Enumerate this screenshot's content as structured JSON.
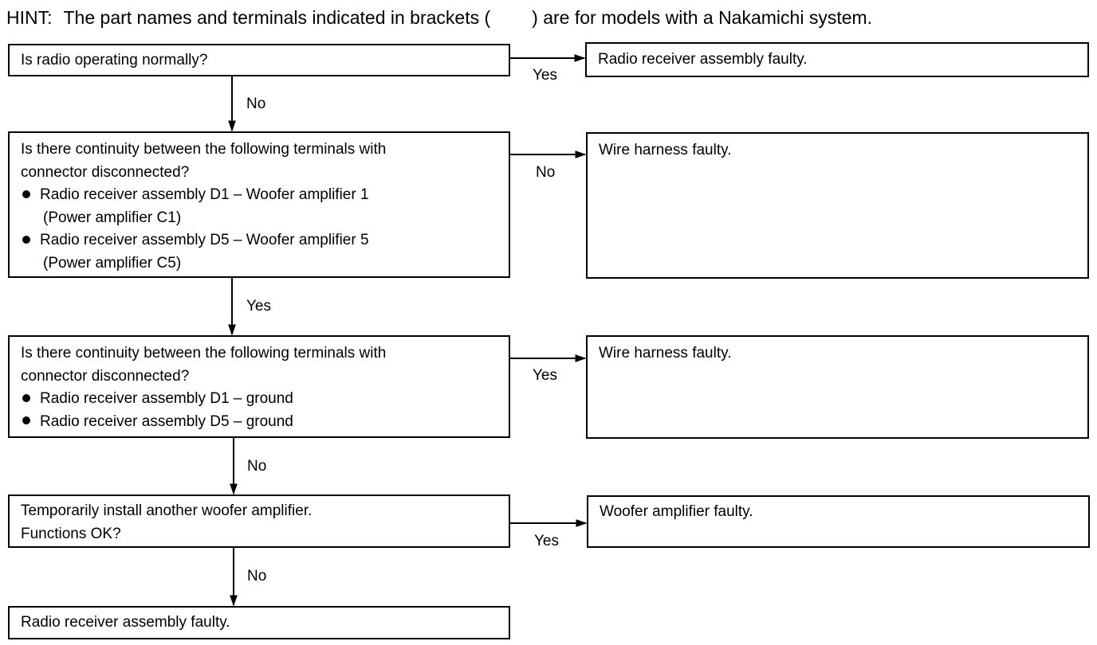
{
  "hint": {
    "label": "HINT:",
    "text_before": "The part names and terminals indicated in brackets (",
    "text_after": ") are for models with a Nakamichi system."
  },
  "steps": [
    {
      "question": [
        "Is radio operating normally?"
      ],
      "bullets": [],
      "yes_label": "Yes",
      "result": "Radio receiver assembly faulty.",
      "down_label": "No"
    },
    {
      "question": [
        "Is there continuity between the following terminals with",
        "connector disconnected?"
      ],
      "bullets": [
        {
          "text": "Radio receiver assembly D1 – Woofer amplifier 1",
          "sub": "(Power amplifier C1)"
        },
        {
          "text": "Radio receiver assembly D5 – Woofer amplifier 5",
          "sub": "(Power amplifier C5)"
        }
      ],
      "side_label": "No",
      "result": "Wire harness faulty.",
      "down_label": "Yes"
    },
    {
      "question": [
        "Is there continuity between the following terminals with",
        "connector disconnected?"
      ],
      "bullets": [
        {
          "text": "Radio receiver assembly D1 – ground",
          "sub": ""
        },
        {
          "text": "Radio receiver assembly D5 – ground",
          "sub": ""
        }
      ],
      "side_label": "Yes",
      "result": "Wire harness faulty.",
      "down_label": "No"
    },
    {
      "question": [
        "Temporarily install another woofer amplifier.",
        "Functions OK?"
      ],
      "bullets": [],
      "side_label": "Yes",
      "result": "Woofer amplifier faulty.",
      "down_label": "No"
    }
  ],
  "final_result": "Radio receiver assembly faulty."
}
